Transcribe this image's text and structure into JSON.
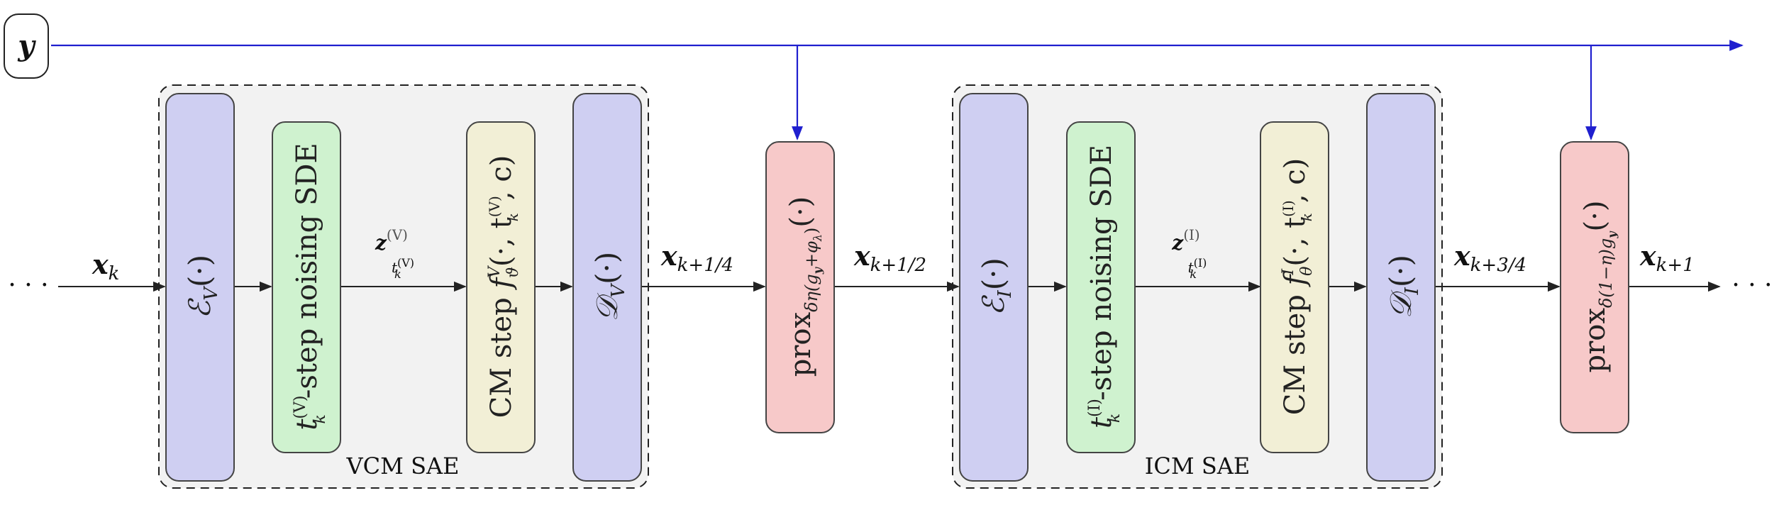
{
  "diagram": {
    "input": {
      "label": "y"
    },
    "dots_left": "· · ·",
    "dots_right": "· · ·",
    "vcm": {
      "title": "VCM SAE",
      "encoder": "ℰ",
      "encoder_sub": "V",
      "encoder_arg": "(·)",
      "noising": "t",
      "noising_sup": "(V)",
      "noising_sub": "k",
      "noising_rest": "-step noising SDE",
      "latent": "z",
      "latent_sup": "(V)",
      "latent_sub": "t",
      "latent_subsup": "(V)",
      "latent_subsub": "k",
      "cm": "CM step ",
      "cm_f": "f",
      "cm_f_sup": "V",
      "cm_f_sub": "ϑ",
      "cm_args_a": "(·, t",
      "cm_args_sup": "(V)",
      "cm_args_sub": "k",
      "cm_args_b": ", c)",
      "decoder": "𝒟",
      "decoder_sub": "V",
      "decoder_arg": "(·)"
    },
    "icm": {
      "title": "ICM SAE",
      "encoder": "ℰ",
      "encoder_sub": "I",
      "encoder_arg": "(·)",
      "noising": "t",
      "noising_sup": "(I)",
      "noising_sub": "k",
      "noising_rest": "-step noising SDE",
      "latent": "z",
      "latent_sup": "(I)",
      "latent_sub": "t",
      "latent_subsup": "(I)",
      "latent_subsub": "k",
      "cm": "CM step ",
      "cm_f": "f",
      "cm_f_sup": "I",
      "cm_f_sub": "θ",
      "cm_args_a": "(·, t",
      "cm_args_sup": "(I)",
      "cm_args_sub": "k",
      "cm_args_b": ", c)",
      "decoder": "𝒟",
      "decoder_sub": "I",
      "decoder_arg": "(·)"
    },
    "prox1": {
      "main": "prox",
      "sub": "δη(g",
      "sub_y": "y",
      "sub_rest": "+φ",
      "sub_lambda": "λ",
      "sub_close": ")",
      "arg": "(·)"
    },
    "prox2": {
      "main": "prox",
      "sub": "δ(1−η)g",
      "sub_y": "y",
      "arg": "(·)"
    },
    "edges": {
      "xk": {
        "x": "x",
        "sub": "k"
      },
      "x14": {
        "x": "x",
        "sub": "k+1/4"
      },
      "x12": {
        "x": "x",
        "sub": "k+1/2"
      },
      "x34": {
        "x": "x",
        "sub": "k+3/4"
      },
      "x1": {
        "x": "x",
        "sub": "k+1"
      }
    },
    "colors": {
      "encoder_fill": "#cfcff2",
      "noising_fill": "#cff2cf",
      "cm_fill": "#f2efd6",
      "prox_fill": "#f7c9c9",
      "group_fill": "#f2f2f2",
      "blue": "#1f1fcf"
    }
  }
}
